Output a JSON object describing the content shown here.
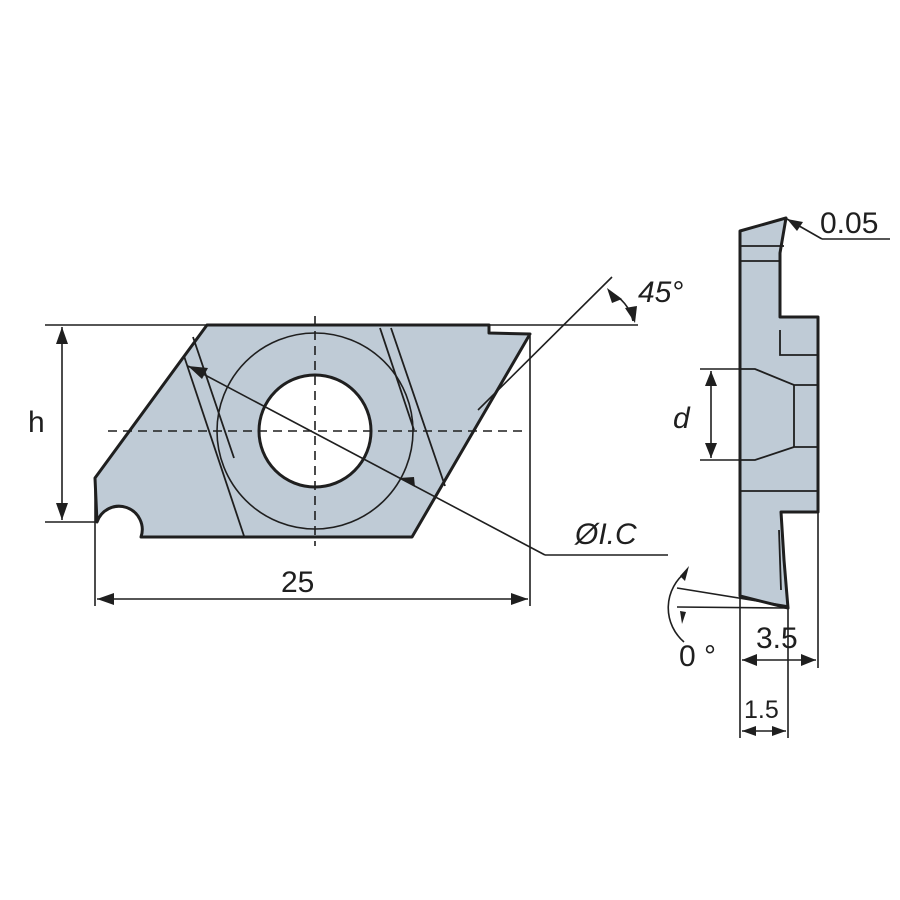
{
  "colors": {
    "fill": "#bfcbd6",
    "stroke": "#1f1f1f",
    "background": "#ffffff"
  },
  "dimensions": {
    "height_label": "h",
    "length_label": "25",
    "angle_label": "45°",
    "ic_label": "ØI.C",
    "edge_radius_label": "0.05",
    "hole_depth_label": "d",
    "clearance_angle_label": "0 °",
    "thickness_label": "3.5",
    "width_label": "1.5"
  }
}
